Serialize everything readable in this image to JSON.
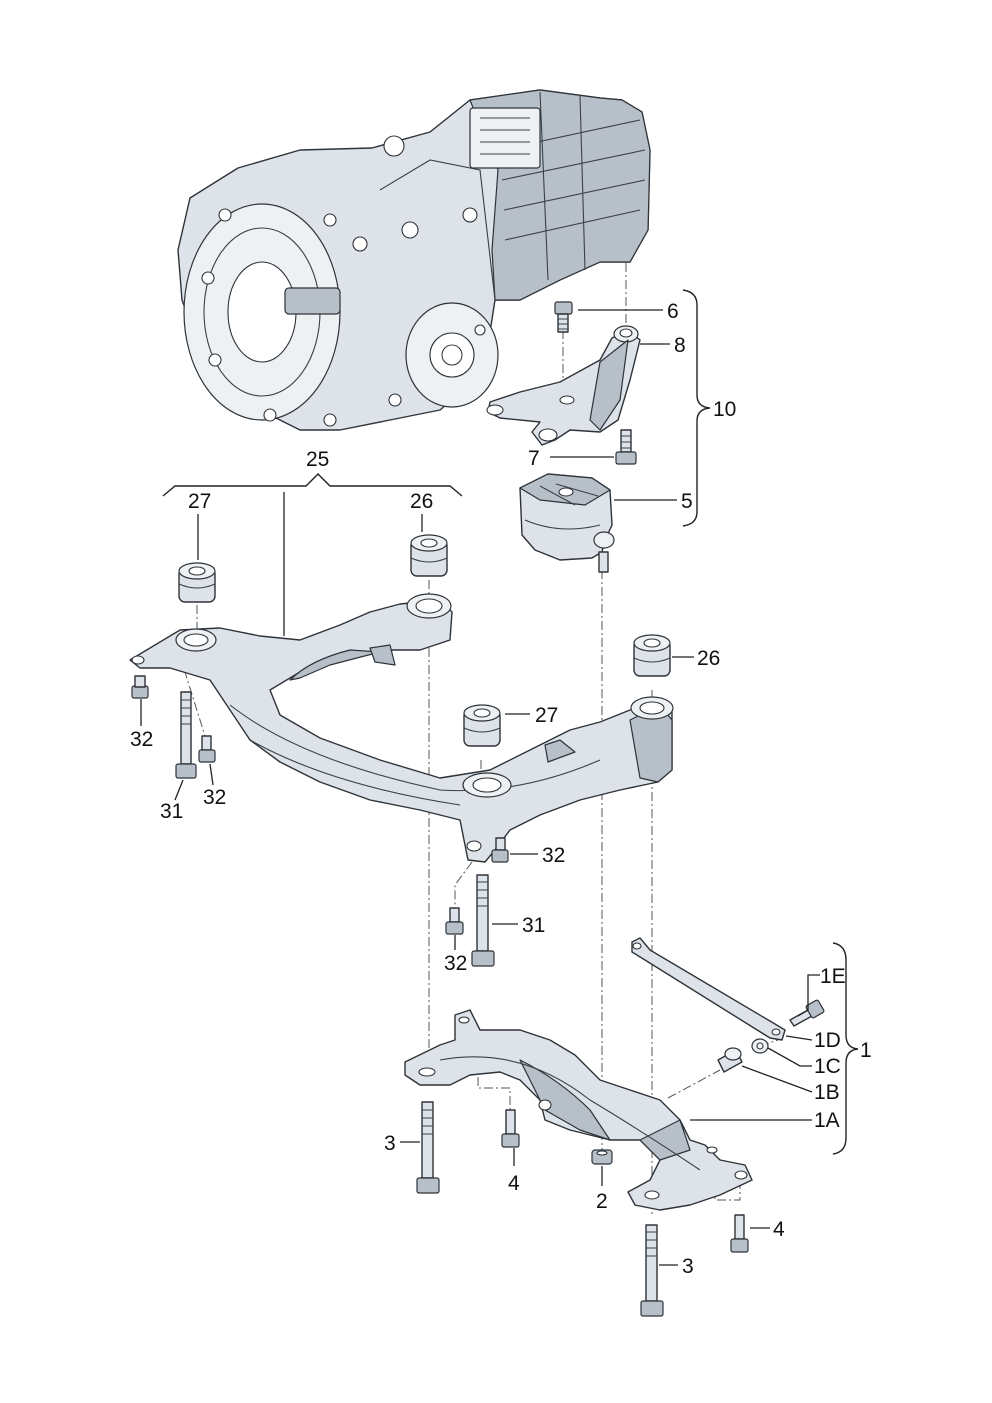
{
  "labels": {
    "l6": "6",
    "l8": "8",
    "l10": "10",
    "l7": "7",
    "l5": "5",
    "l25": "25",
    "l27a": "27",
    "l26a": "26",
    "l26b": "26",
    "l27b": "27",
    "l32a": "32",
    "l31a": "31",
    "l32b": "32",
    "l32c": "32",
    "l31b": "31",
    "l32d": "32",
    "l1E": "1E",
    "l1D": "1D",
    "l1C": "1C",
    "l1": "1",
    "l1B": "1B",
    "l1A": "1A",
    "l3a": "3",
    "l4a": "4",
    "l2": "2",
    "l4b": "4",
    "l3b": "3"
  },
  "colors": {
    "part_fill": "#dde3e8",
    "part_shade": "#b7c0c8",
    "outline": "#2e3338"
  }
}
